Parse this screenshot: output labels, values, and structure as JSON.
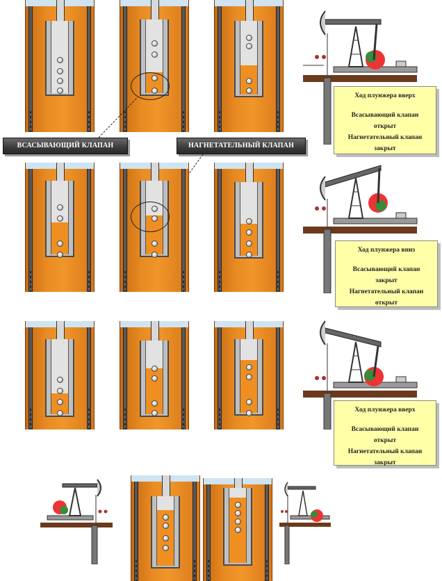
{
  "labels": {
    "suction_valve": "ВСАСЫВАЮЩИЙ КЛАПАН",
    "discharge_valve": "НАГНЕТАТЕЛЬНЫЙ КЛАПАН"
  },
  "notes": [
    {
      "title": "Ход плунжера вверх",
      "line1": "Всасывающий клапан",
      "line2": "открыт",
      "line3": "Нагнетательный клапан",
      "line4": "закрыт"
    },
    {
      "title": "Ход плунжера вниз",
      "line1": "Всасывающий клапан",
      "line2": "закрыт",
      "line3": "Нагнетательный клапан",
      "line4": "открыт"
    },
    {
      "title": "Ход плунжера вверх",
      "line1": "Всасывающий клапан",
      "line2": "открыт",
      "line3": "Нагнетательный клапан",
      "line4": "закрыт"
    }
  ],
  "colors": {
    "fluid": "#f0962a",
    "tube": "#bfbfbf",
    "note_bg": "#ffffa8",
    "label_bg": "#3a3a3a"
  },
  "icons": [
    "pumpjack-icon"
  ]
}
